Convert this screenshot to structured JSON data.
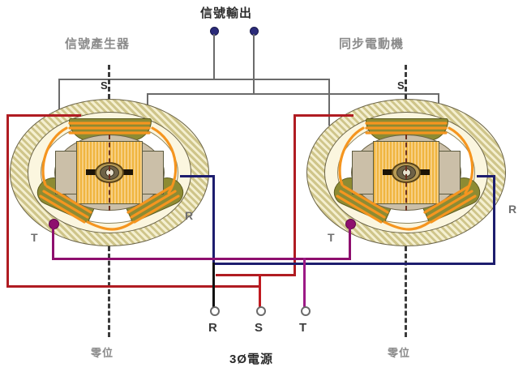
{
  "diagram": {
    "title": "信號輸出",
    "left_machine_label": "信號產生器",
    "right_machine_label": "同步電動機",
    "power_label": "3Ø電源",
    "zero_label_left": "零位",
    "zero_label_right": "零位",
    "rotor_axis_label_left": "S",
    "rotor_axis_label_right": "S"
  },
  "source_terminals": [
    {
      "name": "R",
      "label": "R",
      "color": "#111111"
    },
    {
      "name": "S",
      "label": "S",
      "color": "#c01a20"
    },
    {
      "name": "T",
      "label": "T",
      "color": "#9c1a86"
    }
  ],
  "machine_terminals": {
    "left_t": "T",
    "left_r": "R",
    "right_t": "T",
    "right_r": "R"
  },
  "output_nodes": [
    {
      "name": "signal-output-terminal-1"
    },
    {
      "name": "signal-output-terminal-2"
    }
  ],
  "colors": {
    "phase_r_wire": "#1d1d6e",
    "phase_s_wire": "#b01c22",
    "phase_t_wire": "#8e0f6e",
    "rotor_signal_wire": "#6b6b6b",
    "stator_winding": "#f5951f",
    "machine_body": "#cfc58a",
    "pole_shoe": "#8d8b33",
    "rotor_core": "#f0b53f",
    "terminal_node": "#2b2b7a"
  }
}
